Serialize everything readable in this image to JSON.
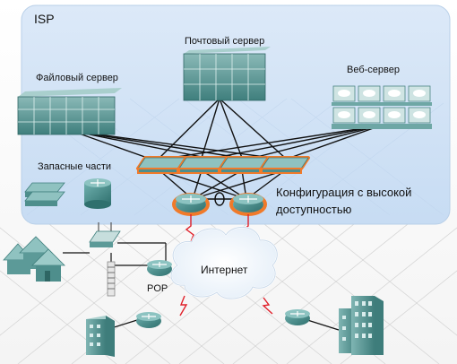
{
  "labels": {
    "isp": "ISP",
    "mail_server": "Почтовый сервер",
    "file_server": "Файловый сервер",
    "web_server": "Веб-сервер",
    "spare_parts": "Запасные части",
    "high_availability": "Конфигурация с высокой доступностью",
    "internet": "Интернет",
    "pop": "POP"
  },
  "colors": {
    "isp_area": "#cfe2f6",
    "switch_glow": "#f07a2a",
    "device_teal": "#3f8c8a",
    "wan_link": "#e0202a"
  }
}
